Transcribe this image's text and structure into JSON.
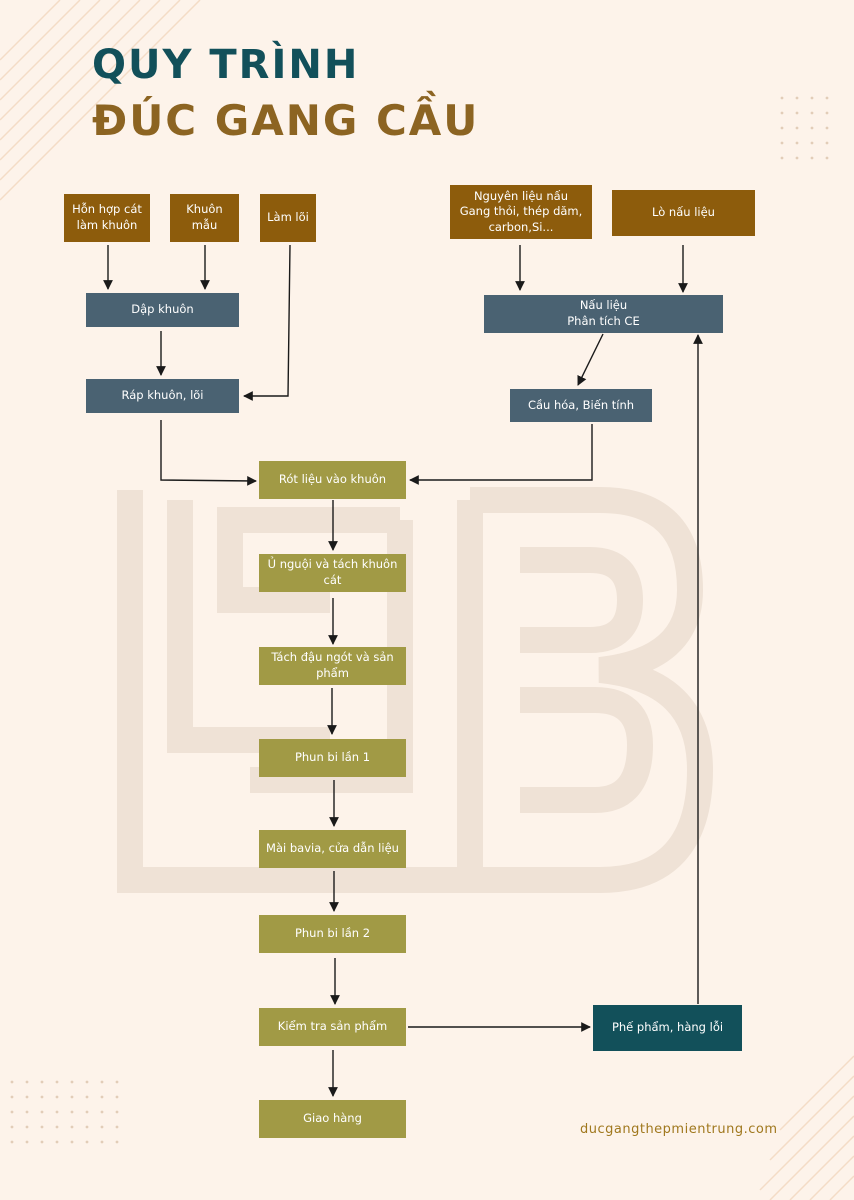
{
  "title": {
    "line1": "QUY TRÌNH",
    "line2": "ĐÚC GANG CẦU"
  },
  "nodes": {
    "hon_hop_cat": "Hỗn hợp cát\nlàm khuôn",
    "khuon_mau": "Khuôn mẫu",
    "lam_loi": "Làm lõi",
    "nguyen_lieu": "Nguyên liệu nấu\nGang thỏi, thép dăm,\ncarbon,Si...",
    "lo_nau_lieu": "Lò nấu liệu",
    "dap_khuon": "Dập khuôn",
    "nau_lieu": "Nấu liệu\nPhân tích CE",
    "rap_khuon": "Ráp khuôn, lõi",
    "cau_hoa": "Cầu hóa, Biến tính",
    "rot_lieu": "Rót liệu vào khuôn",
    "u_nguoi": "Ủ nguội và tách khuôn cát",
    "tach_dau": "Tách đậu ngót và sản\nphẩm",
    "phun_bi_1": "Phun bi lần 1",
    "mai_bavia": "Mài bavia, cửa dẫn liệu",
    "phun_bi_2": "Phun bi lần 2",
    "kiem_tra": "Kiểm tra sản phẩm",
    "phe_pham": "Phế phẩm, hàng lỗi",
    "giao_hang": "Giao hàng"
  },
  "colors": {
    "background": "#fdf3ea",
    "title_primary": "#12505a",
    "title_secondary": "#8c6422",
    "input_box": "#8d5c0c",
    "process_box": "#4a6272",
    "main_flow_box": "#a19a45",
    "reject_box": "#12505a",
    "arrow": "#1a1a1a",
    "watermark": "#efe2d6",
    "dots": "#e2cdb8"
  },
  "footer": {
    "website": "ducgangthepmientrung.com"
  }
}
